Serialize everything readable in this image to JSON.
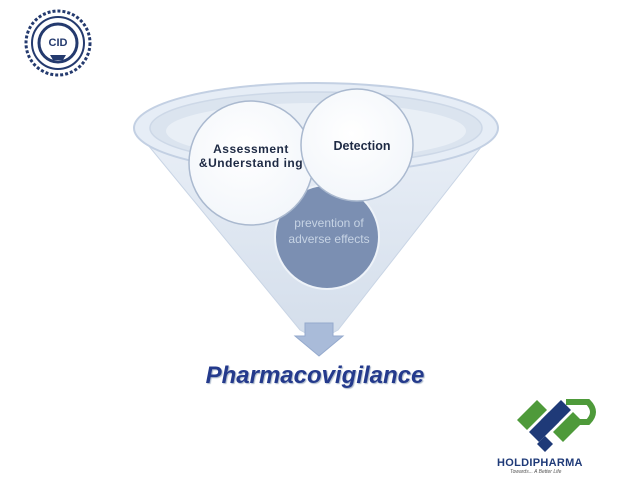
{
  "diagram": {
    "assessment_label": "Assessment &Understand ing",
    "detection_label": "Detection",
    "prevention_label": "prevention of adverse effects",
    "pharmacovigilance_label": "Pharmacovigilance"
  },
  "logos": {
    "left_seal_text": "CID",
    "brand_name": "HOLDIPHARMA",
    "brand_tagline": "Towards... A Better Life"
  },
  "colors": {
    "funnel_body": "#dde6f1",
    "funnel_inner": "#e8eef6",
    "funnel_rim_dark": "#cfdbea",
    "circle_fill": "#ffffff",
    "prevention_circle": "#7b8fb2",
    "arrow": "#a9bbd9",
    "title_text": "#243a8c",
    "logo_green": "#4e9a3a",
    "logo_navy": "#1f3a78"
  }
}
